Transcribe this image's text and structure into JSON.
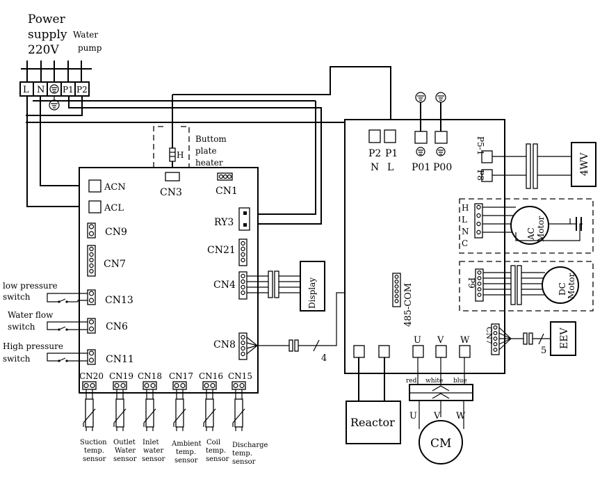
{
  "power": {
    "line1": "Power",
    "line2": "supply",
    "line3": "220V"
  },
  "pump": {
    "line1": "Water",
    "line2": "pump"
  },
  "terminals": {
    "l": "L",
    "n": "N",
    "p1": "P1",
    "p2": "P2"
  },
  "heater": {
    "line1": "Buttom",
    "line2": "plate",
    "line3": "heater",
    "h": "H"
  },
  "board1": {
    "acn": "ACN",
    "acl": "ACL",
    "cn3": "CN3",
    "cn1": "CN1",
    "ry3": "RY3",
    "cn9": "CN9",
    "cn7": "CN7",
    "cn21": "CN21",
    "cn4": "CN4",
    "cn13": "CN13",
    "cn6": "CN6",
    "cn11": "CN11",
    "cn8": "CN8",
    "bottom": [
      "CN20",
      "CN19",
      "CN18",
      "CN17",
      "CN16",
      "CN15"
    ]
  },
  "switches": {
    "low": [
      "low pressure",
      "switch"
    ],
    "flow": [
      "Water flow",
      "switch"
    ],
    "high": [
      "High pressure",
      "switch"
    ]
  },
  "display": "Display",
  "wire_count_4": "4",
  "wire_count_5": "5",
  "sensors": [
    [
      "Suction",
      "temp.",
      "sensor"
    ],
    [
      "Outlet",
      "Water",
      "sensor"
    ],
    [
      "Inlet",
      "water",
      "sensor"
    ],
    [
      "Ambient",
      "temp.",
      "sensor"
    ],
    [
      "Coil",
      "temp.",
      "sensor"
    ],
    [
      "Discharge",
      "temp.",
      "sensor"
    ]
  ],
  "board2": {
    "p2": "P2",
    "n": "N",
    "p1": "P1",
    "l": "L",
    "p01": "P01",
    "p00": "P00",
    "p51": "P5-1",
    "p8": "P8",
    "com": "485-COM",
    "p9": "P9",
    "cn7": "CN7",
    "u": "U",
    "v": "V",
    "w": "W",
    "red": "red",
    "white": "white",
    "blue": "blue"
  },
  "fourwv": "4WV",
  "ac_motor": {
    "line1": "AC",
    "line2": "Motor",
    "pins": [
      "H",
      "L",
      "N",
      "C"
    ]
  },
  "dc_motor": {
    "line1": "DC",
    "line2": "Motor"
  },
  "eev": "EEV",
  "reactor": "Reactor",
  "cm": {
    "label": "CM",
    "u": "U",
    "v": "V",
    "w": "W"
  }
}
